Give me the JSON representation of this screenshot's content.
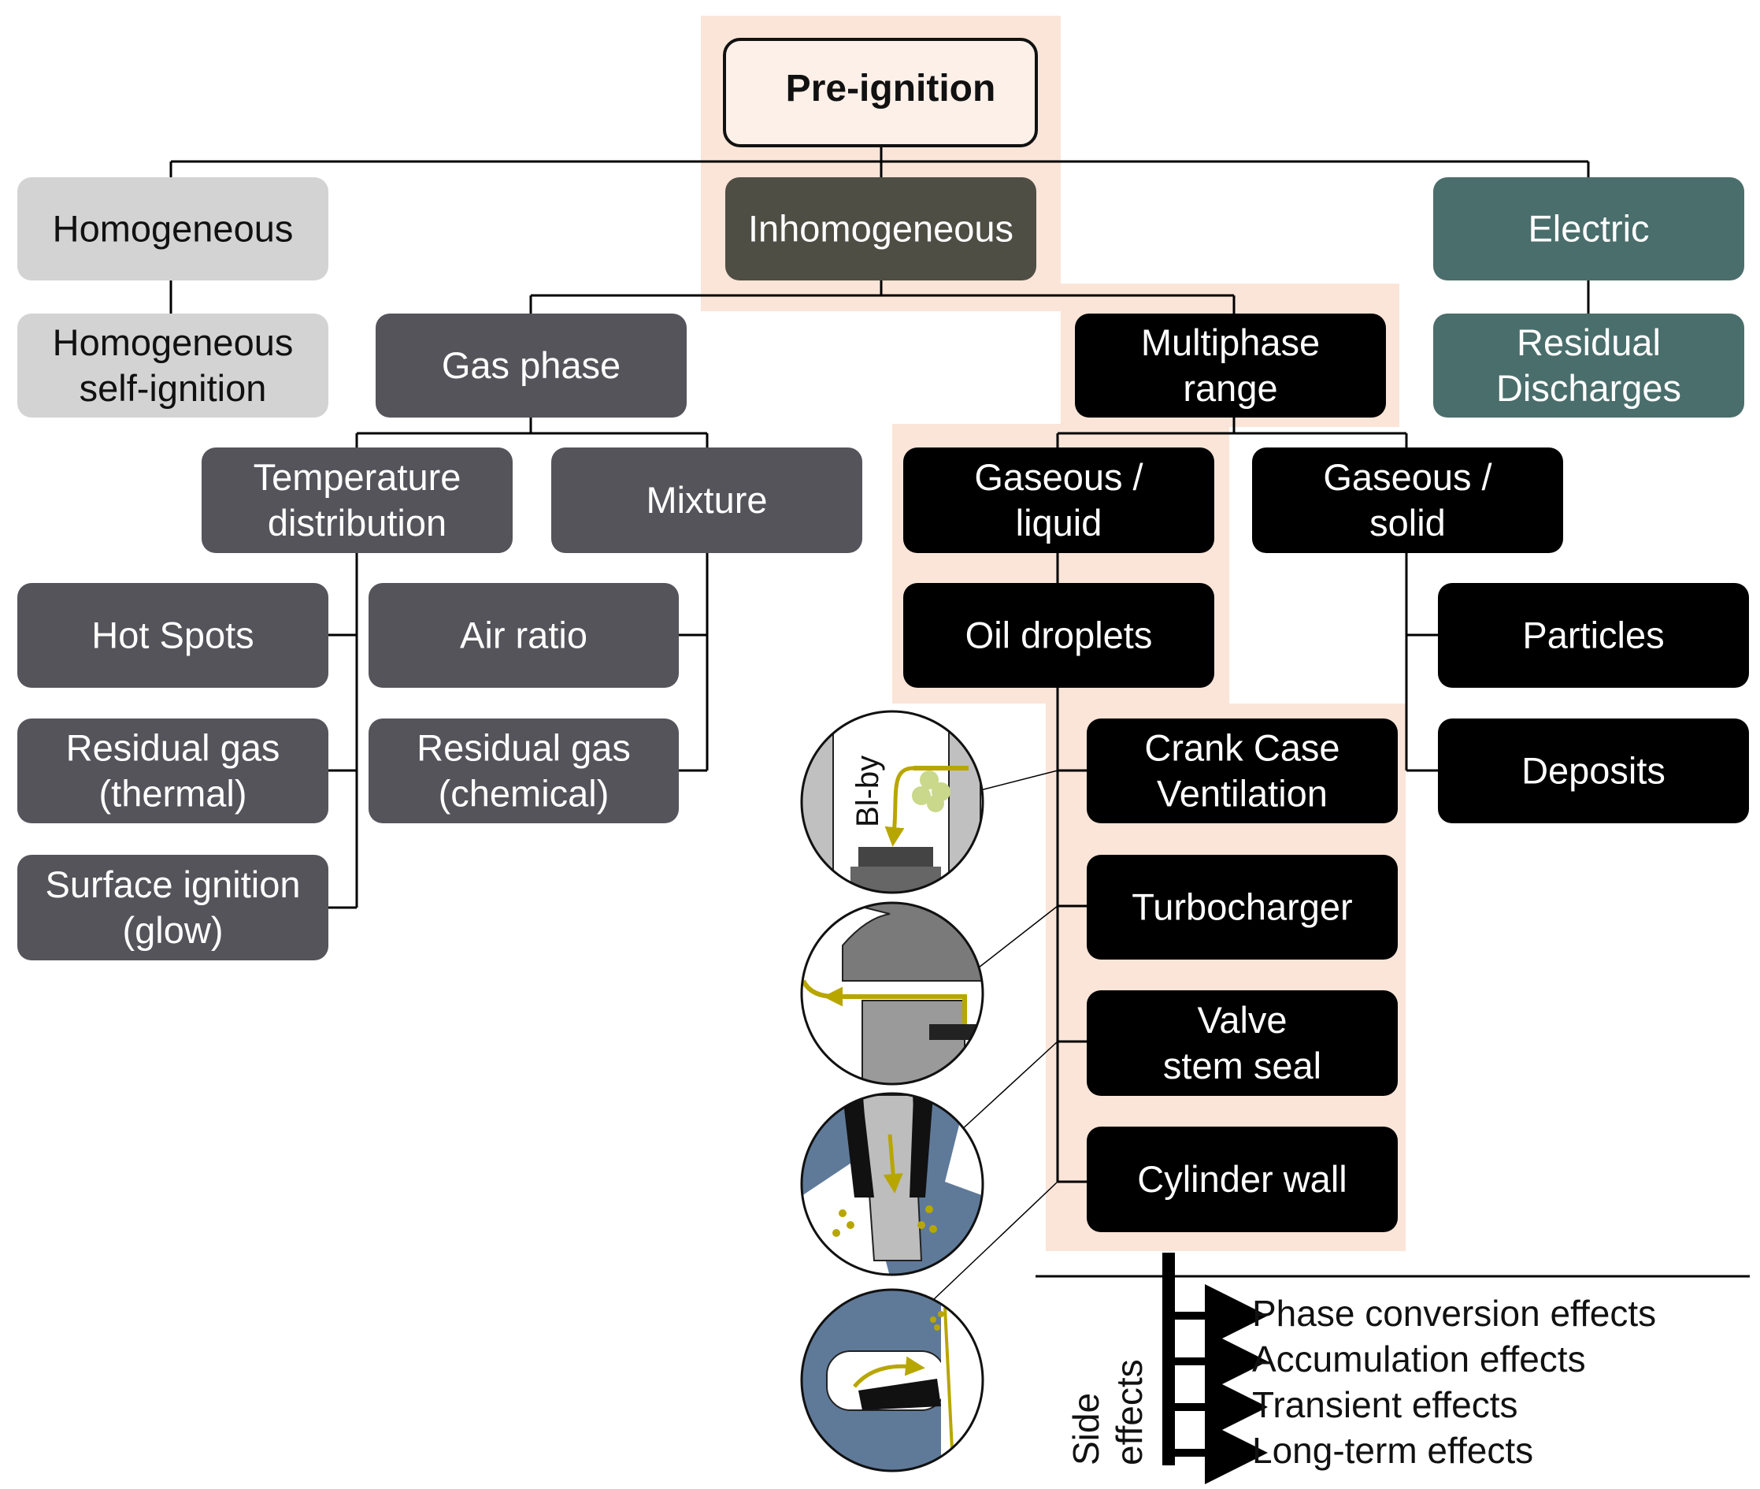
{
  "colors": {
    "highlight": "#fbe5d8",
    "root_fill": "#fdf0e8",
    "dark_olive": "#4f4e45",
    "gray": "#55545a",
    "light_gray": "#d3d3d3",
    "teal": "#4a6e6b",
    "black": "#000000",
    "accent_yellow": "#b8a600",
    "steel_blue": "#5f7a99"
  },
  "root": {
    "label": "Pre-ignition"
  },
  "nodes": {
    "homogeneous": {
      "lines": [
        "Homogeneous"
      ]
    },
    "homogeneous_self_ignition": {
      "lines": [
        "Homogeneous",
        "self-ignition"
      ]
    },
    "inhomogeneous": {
      "lines": [
        "Inhomogeneous"
      ]
    },
    "electric": {
      "lines": [
        "Electric"
      ]
    },
    "residual_discharges": {
      "lines": [
        "Residual",
        "Discharges"
      ]
    },
    "gas_phase": {
      "lines": [
        "Gas phase"
      ]
    },
    "multiphase_range": {
      "lines": [
        "Multiphase",
        "range"
      ]
    },
    "temperature_distribution": {
      "lines": [
        "Temperature",
        "distribution"
      ]
    },
    "mixture": {
      "lines": [
        "Mixture"
      ]
    },
    "gaseous_liquid": {
      "lines": [
        "Gaseous /",
        "liquid"
      ]
    },
    "gaseous_solid": {
      "lines": [
        "Gaseous /",
        "solid"
      ]
    },
    "hot_spots": {
      "lines": [
        "Hot Spots"
      ]
    },
    "air_ratio": {
      "lines": [
        "Air ratio"
      ]
    },
    "residual_gas_thermal": {
      "lines": [
        "Residual gas",
        "(thermal)"
      ]
    },
    "residual_gas_chemical": {
      "lines": [
        "Residual gas",
        "(chemical)"
      ]
    },
    "surface_ignition": {
      "lines": [
        "Surface ignition",
        "(glow)"
      ]
    },
    "oil_droplets": {
      "lines": [
        "Oil droplets"
      ]
    },
    "particles": {
      "lines": [
        "Particles"
      ]
    },
    "deposits": {
      "lines": [
        "Deposits"
      ]
    },
    "crank_case_ventilation": {
      "lines": [
        "Crank Case",
        "Ventilation"
      ]
    },
    "turbocharger": {
      "lines": [
        "Turbocharger"
      ]
    },
    "valve_stem_seal": {
      "lines": [
        "Valve",
        "stem seal"
      ]
    },
    "cylinder_wall": {
      "lines": [
        "Cylinder wall"
      ]
    }
  },
  "blowby_label": "Bl-by",
  "side_effects": {
    "label_lines": [
      "Side",
      "effects"
    ],
    "items": [
      "Phase conversion effects",
      "Accumulation effects",
      "Transient effects",
      "Long-term effects"
    ]
  }
}
